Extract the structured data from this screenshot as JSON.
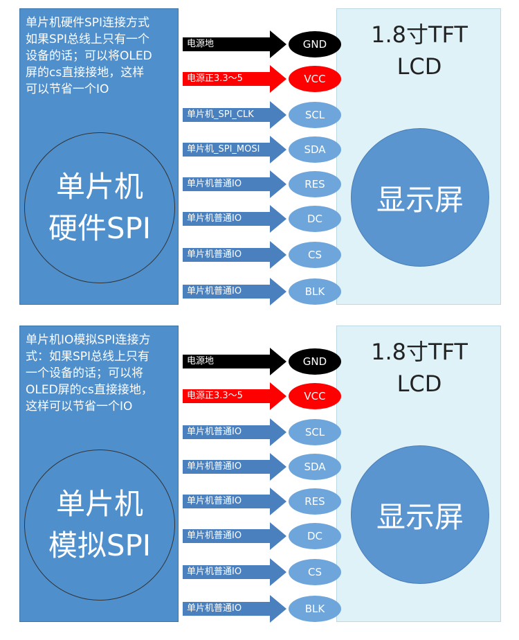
{
  "diagrams": [
    {
      "description_lines": [
        "单片机硬件SPI连接方式",
        "如果SPI总线上只有一个",
        "设备的话；可以将OLED",
        "屏的cs直接接地，这样",
        "可以节省一个IO"
      ],
      "mcu_title_lines": [
        "单片机",
        "硬件SPI"
      ],
      "lcd_title_lines": [
        "1.8寸TFT",
        "LCD"
      ],
      "lcd_circle_label": "显示屏",
      "connections": [
        {
          "label": "电源地",
          "pin": "GND",
          "color": "#000000"
        },
        {
          "label": "电源正3.3～5",
          "pin": "VCC",
          "color": "#ff0000"
        },
        {
          "label": "单片机_SPI_CLK",
          "pin": "SCL",
          "color": "#4a80be"
        },
        {
          "label": "单片机_SPI_MOSI",
          "pin": "SDA",
          "color": "#4a80be"
        },
        {
          "label": "单片机普通IO",
          "pin": "RES",
          "color": "#4a80be"
        },
        {
          "label": "单片机普通IO",
          "pin": "DC",
          "color": "#4a80be"
        },
        {
          "label": "单片机普通IO",
          "pin": "CS",
          "color": "#4a80be"
        },
        {
          "label": "单片机普通IO",
          "pin": "BLK",
          "color": "#4a80be"
        }
      ]
    },
    {
      "description_lines": [
        "单片机IO模拟SPI连接方",
        "式：如果SPI总线上只有",
        "一个设备的话；可以将",
        "OLED屏的cs直接接地，",
        "这样可以节省一个IO"
      ],
      "mcu_title_lines": [
        "单片机",
        "模拟SPI"
      ],
      "lcd_title_lines": [
        "1.8寸TFT",
        "LCD"
      ],
      "lcd_circle_label": "显示屏",
      "connections": [
        {
          "label": "电源地",
          "pin": "GND",
          "color": "#000000"
        },
        {
          "label": "电源正3.3～5",
          "pin": "VCC",
          "color": "#ff0000"
        },
        {
          "label": "单片机普通IO",
          "pin": "SCL",
          "color": "#4a80be"
        },
        {
          "label": "单片机普通IO",
          "pin": "SDA",
          "color": "#4a80be"
        },
        {
          "label": "单片机普通IO",
          "pin": "RES",
          "color": "#4a80be"
        },
        {
          "label": "单片机普通IO",
          "pin": "DC",
          "color": "#4a80be"
        },
        {
          "label": "单片机普通IO",
          "pin": "CS",
          "color": "#4a80be"
        },
        {
          "label": "单片机普通IO",
          "pin": "BLK",
          "color": "#4a80be"
        }
      ]
    }
  ]
}
